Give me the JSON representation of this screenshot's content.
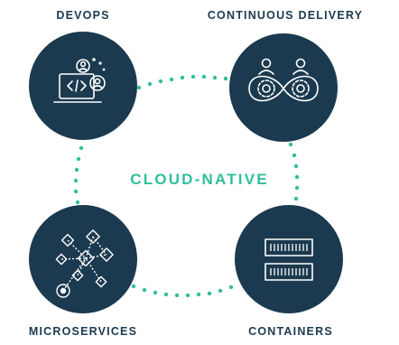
{
  "title": "CLOUD-NATIVE",
  "nodes": [
    {
      "label": "DEVOPS",
      "icon": "devops-laptop-users-icon"
    },
    {
      "label": "CONTINUOUS DELIVERY",
      "icon": "continuous-delivery-gears-icon"
    },
    {
      "label": "MICROSERVICES",
      "icon": "microservices-network-icon"
    },
    {
      "label": "CONTAINERS",
      "icon": "containers-icon"
    }
  ],
  "colors": {
    "circle": "#1b3a4f",
    "dots": "#2fbf9c",
    "title": "#2fbf9c",
    "labels": "#1b3a4f",
    "icon_stroke": "#ffffff"
  }
}
